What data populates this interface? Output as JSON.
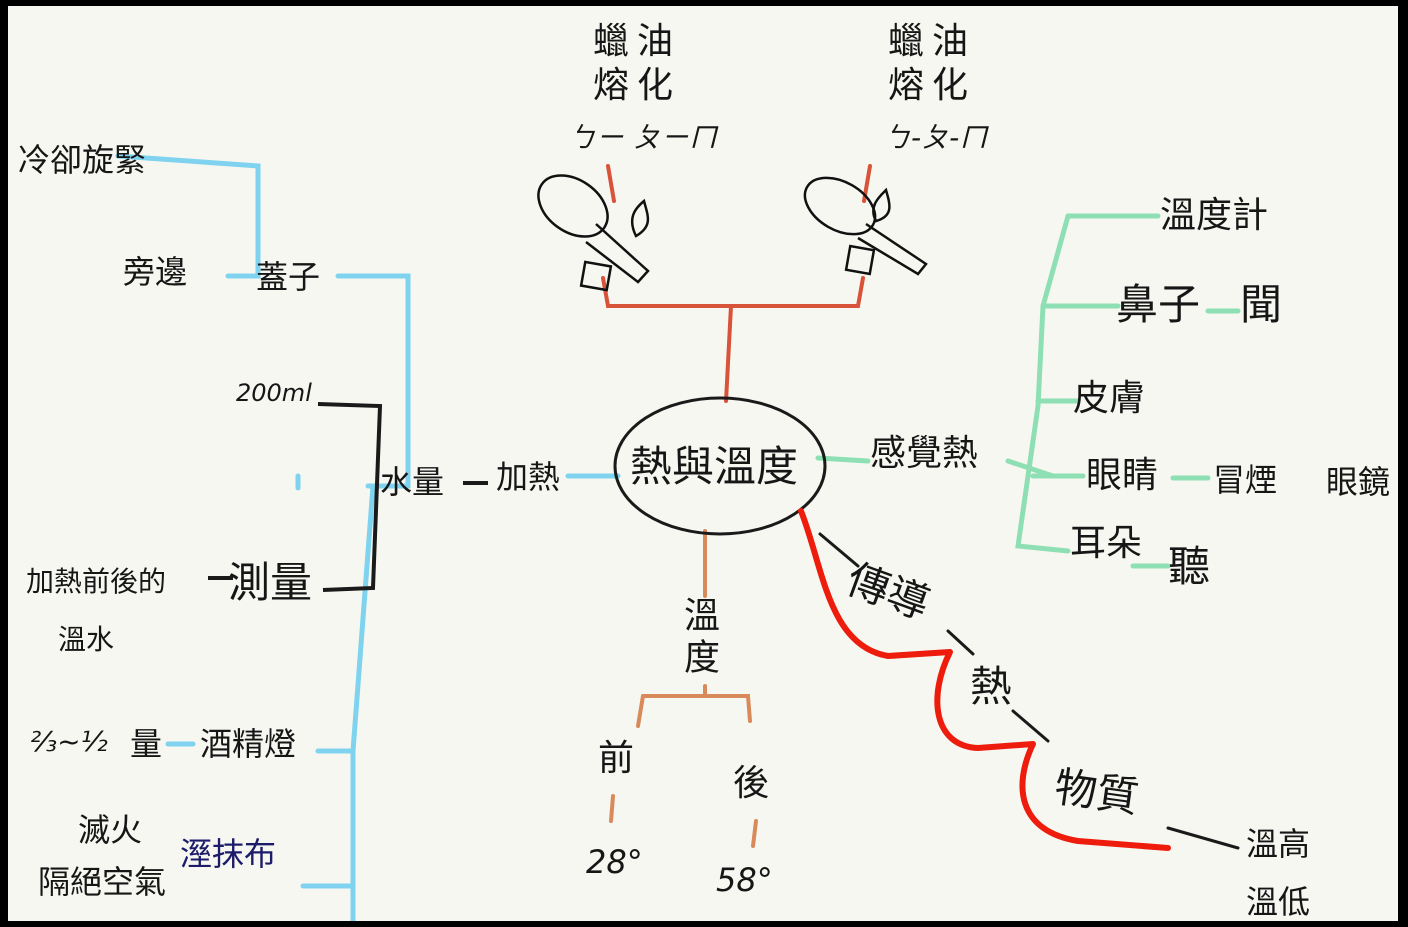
{
  "center": "熱與溫度",
  "top_left": {
    "l1": "蠟油",
    "l2": "熔化",
    "l3": "ㄅㄧ ㄆㄧㄇ"
  },
  "top_right": {
    "l1": "蠟油",
    "l2": "熔化",
    "l3": "ㄅ-ㄆ-ㄇ"
  },
  "left": {
    "heat": "加熱",
    "water": "水量",
    "ml": "200ml",
    "measure": "測量",
    "water_temp_a": "加熱前後的",
    "water_temp_b": "溫水",
    "lid": "蓋子",
    "side": "旁邊",
    "cool": "冷卻旋緊",
    "alcohol": "酒精燈",
    "amount": "量",
    "fraction": "⅔~½",
    "cloth": "溼抹布",
    "extinguish": "滅火",
    "isolate": "隔絕空氣"
  },
  "right": {
    "feel": "感覺熱",
    "thermometer": "溫度計",
    "nose": "鼻子",
    "smell": "聞",
    "skin": "皮膚",
    "eyes": "眼睛",
    "smoke": "冒煙",
    "glasses": "眼鏡",
    "ear": "耳朵",
    "listen": "聽"
  },
  "bottom": {
    "temp": "溫度",
    "before": "前",
    "after": "後",
    "before_val": "28°",
    "after_val": "58°"
  },
  "conduct": {
    "transfer": "傳導",
    "heat": "熱",
    "matter": "物質",
    "high": "溫高",
    "low": "溫低"
  },
  "colors": {
    "paper": "#f7f7f1",
    "blue_branch": "#7fd3ef",
    "green_branch": "#8ee0b4",
    "red_branch": "#d9523a",
    "orange_branch": "#d98a5a",
    "marker_red": "#ee1c0c",
    "black_branch": "#1a1a1a"
  },
  "icons": [
    "spoon-candle-icon-left",
    "spoon-candle-icon-right"
  ]
}
